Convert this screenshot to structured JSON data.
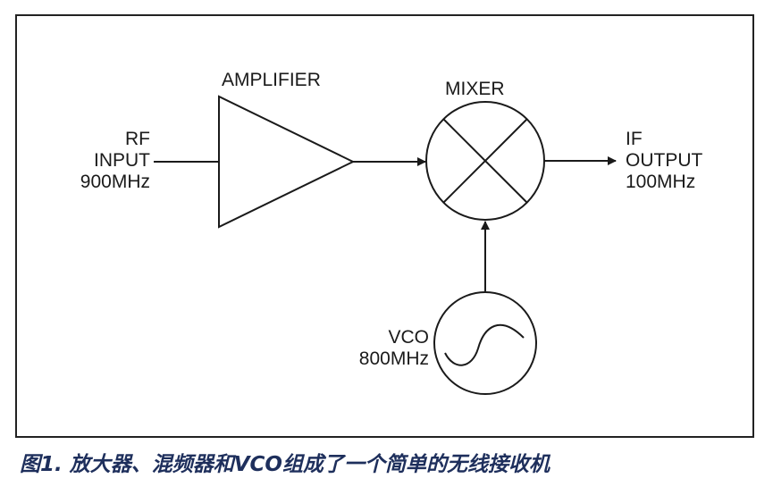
{
  "labels": {
    "rf_input": [
      "RF",
      "INPUT",
      "900MHz"
    ],
    "amplifier": "AMPLIFIER",
    "mixer": "MIXER",
    "if_output": [
      "IF",
      "OUTPUT",
      "100MHz"
    ],
    "vco": [
      "VCO",
      "800MHz"
    ]
  },
  "caption": "图1. 放大器、混频器和VCO组成了一个简单的无线接收机",
  "colors": {
    "line": "#1a1a1a",
    "caption": "#1e2f5c"
  }
}
